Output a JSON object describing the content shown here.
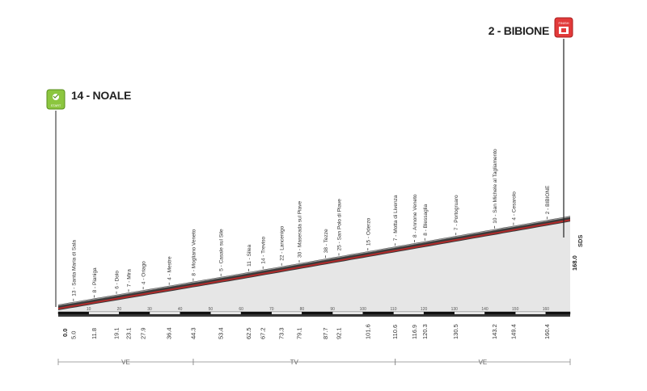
{
  "start": {
    "town": "14 - NOALE",
    "badge_text": "START",
    "km": "0.0"
  },
  "finish": {
    "town": "2 - BIBIONE",
    "badge_text": "FINISH",
    "km": "168.0",
    "alt_label": "SDS"
  },
  "colors": {
    "start_badge": "#8cc63f",
    "finish_badge": "#e23a3a",
    "profile_top": "#3a3a3a",
    "profile_stripe": "#b22a2a",
    "base": "#111111"
  },
  "waypoints": [
    {
      "name": "13 - Santa Maria di Sala",
      "km": "5.0"
    },
    {
      "name": "8 - Pianiga",
      "km": "11.8"
    },
    {
      "name": "6 - Dolo",
      "km": "19.1"
    },
    {
      "name": "7 - Mira",
      "km": "23.1"
    },
    {
      "name": "4 - Oriago",
      "km": "27.9"
    },
    {
      "name": "4 - Mestre",
      "km": "36.4"
    },
    {
      "name": "8 - Mogliano Veneto",
      "km": "44.3"
    },
    {
      "name": "5 - Casale sul Sile",
      "km": "53.4"
    },
    {
      "name": "11 - Silea",
      "km": "62.5"
    },
    {
      "name": "14 - Treviso",
      "km": "67.2"
    },
    {
      "name": "22 - Lancenigo",
      "km": "73.3"
    },
    {
      "name": "30 - Maserada sul Piave",
      "km": "79.1"
    },
    {
      "name": "38 - Tezze",
      "km": "87.7"
    },
    {
      "name": "25 - San Polo di Piave",
      "km": "92.1"
    },
    {
      "name": "15 - Oderzo",
      "km": "101.6"
    },
    {
      "name": "7 - Motta di Livenza",
      "km": "110.6"
    },
    {
      "name": "8 - Annone Veneto",
      "km": "116.9"
    },
    {
      "name": "8 - Blessaglia",
      "km": "120.3"
    },
    {
      "name": "7 - Portogruaro",
      "km": "130.5"
    },
    {
      "name": "10 - San Michele al Tagliamento",
      "km": "143.2"
    },
    {
      "name": "4 - Cesarolo",
      "km": "149.4"
    },
    {
      "name": "2 - BIBIONE",
      "km": "160.4"
    }
  ],
  "distance_ticks": [
    "10",
    "20",
    "30",
    "40",
    "50",
    "60",
    "70",
    "80",
    "90",
    "100",
    "110",
    "120",
    "130",
    "140",
    "150",
    "160"
  ],
  "provinces": [
    {
      "name": "VE",
      "from_km": 0,
      "to_km": 44.3
    },
    {
      "name": "TV",
      "from_km": 44.3,
      "to_km": 110.6
    },
    {
      "name": "VE",
      "from_km": 110.6,
      "to_km": 168.0
    }
  ]
}
